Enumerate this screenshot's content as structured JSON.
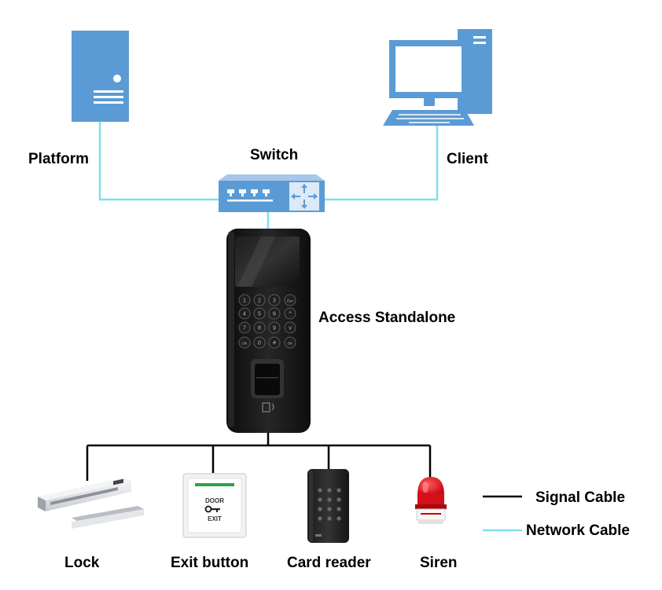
{
  "labels": {
    "platform": "Platform",
    "switch": "Switch",
    "client": "Client",
    "device": "Access Standalone",
    "lock": "Lock",
    "exit_button": "Exit button",
    "card_reader": "Card reader",
    "siren": "Siren"
  },
  "legend": {
    "signal": "Signal Cable",
    "network": "Network Cable"
  },
  "device_text": {
    "exit_plate_top": "DOOR",
    "exit_plate_bottom": "EXIT",
    "keypad_keys": [
      "1",
      "2",
      "3",
      "Esc",
      "4",
      "5",
      "6",
      "^",
      "7",
      "8",
      "9",
      "v",
      "Ok",
      "0",
      "#",
      "OK"
    ]
  },
  "colors": {
    "network_cable": "#7fdfee",
    "signal_cable": "#000000",
    "device_blue": "#5b9bd5",
    "device_body": "#1a1a1a",
    "siren_red": "#e0121b"
  },
  "icons": {
    "platform": "server-icon",
    "client": "desktop-computer-icon",
    "switch": "network-switch-icon",
    "lock": "magnetic-lock-icon",
    "exit_button": "exit-button-icon",
    "card_reader": "card-reader-icon",
    "siren": "siren-icon"
  }
}
